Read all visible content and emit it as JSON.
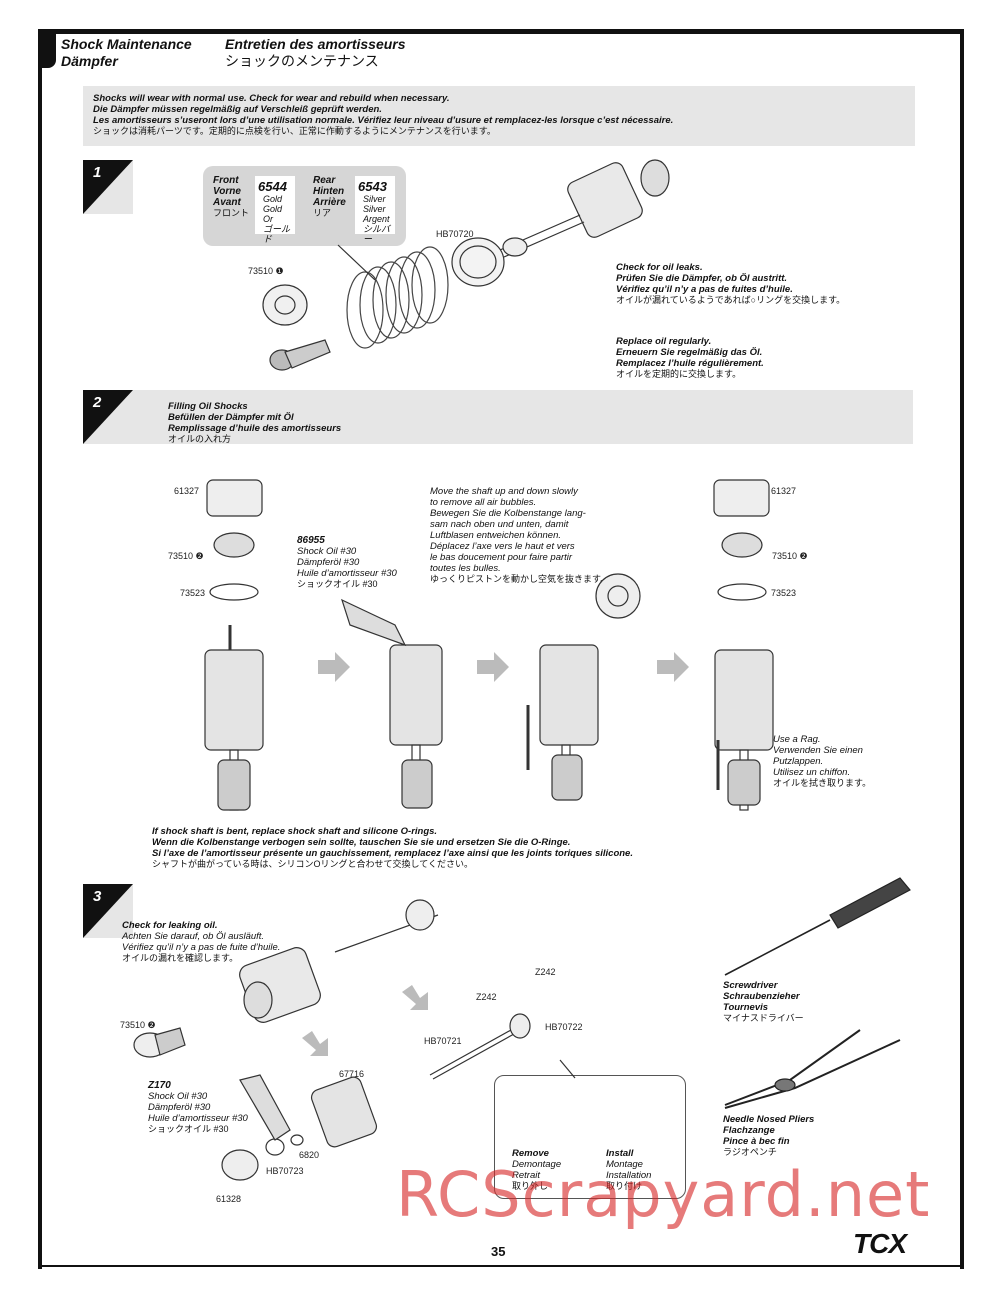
{
  "title": {
    "en": "Shock Maintenance",
    "fr": "Entretien des amortisseurs",
    "de": "Dämpfer",
    "ja": "ショックのメンテナンス"
  },
  "intro": [
    "Shocks will wear with normal use. Check for wear and rebuild when necessary.",
    "Die Dämpfer müssen regelmäßig auf Verschleiß geprüft werden.",
    "Les amortisseurs s’useront lors d’une utilisation normale. Vérifiez leur niveau d’usure et remplacez-les lorsque c’est nécessaire.",
    "ショックは消耗パーツです。定期的に点検を行い、正常に作動するようにメンテナンスを行います。"
  ],
  "step1": {
    "number": "1",
    "front": {
      "lines": [
        "Front",
        "Vorne",
        "Avant",
        "フロント"
      ],
      "part": "6544",
      "color": [
        "Gold",
        "Gold",
        "Or",
        "ゴールド"
      ]
    },
    "rear": {
      "lines": [
        "Rear",
        "Hinten",
        "Arrière",
        "リア"
      ],
      "part": "6543",
      "color": [
        "Silver",
        "Silver",
        "Argent",
        "シルバー"
      ]
    },
    "part_hb70720": "HB70720",
    "part_73510": "73510 ❶",
    "leak_note": [
      "Check for oil leaks.",
      "Prüfen Sie die Dämpfer, ob Öl austritt.",
      "Vérifiez qu’il n’y a pas de fuites d’huile.",
      "オイルが漏れているようであれば○リングを交換します。"
    ],
    "oil_note": [
      "Replace oil regularly.",
      "Erneuern Sie regelmäßig das Öl.",
      "Remplacez l’huile régulièrement.",
      "オイルを定期的に交換します。"
    ]
  },
  "step2": {
    "number": "2",
    "heading": [
      "Filling Oil Shocks",
      "Befüllen der Dämpfer mit Öl",
      "Remplissage d’huile des amortisseurs",
      "オイルの入れ方"
    ],
    "part_61327_left": "61327",
    "part_73510_left": "73510 ❷",
    "part_73523_left": "73523",
    "oil": [
      "86955",
      "Shock Oil #30",
      "Dämpferöl #30",
      "Huile d’amortisseur #30",
      "ショックオイル #30"
    ],
    "move_note": [
      "Move the shaft up and down slowly",
      "to remove all air bubbles.",
      "Bewegen Sie die Kolbenstange lang-",
      "sam nach oben und unten, damit",
      "Luftblasen entweichen können.",
      "Déplacez l’axe vers le haut et vers",
      "le bas doucement pour faire partir",
      "toutes les bulles.",
      "ゆっくりピストンを動かし空気を抜きます。"
    ],
    "part_61327_right": "61327",
    "part_73510_right": "73510 ❷",
    "part_73523_right": "73523",
    "rag_note": [
      "Use a Rag.",
      "Verwenden Sie einen",
      "Putzlappen.",
      "Utilisez un chiffon.",
      "オイルを拭き取ります。"
    ],
    "bent_note": [
      "If shock shaft is bent, replace shock shaft and silicone O-rings.",
      "Wenn die Kolbenstange verbogen sein sollte, tauschen Sie sie und ersetzen Sie die O-Ringe.",
      "Si l’axe de l’amortisseur présente un gauchissement, remplacez l’axe ainsi que les joints toriques silicone.",
      "シャフトが曲がっている時は、シリコンOリングと合わせて交換してください。"
    ]
  },
  "step3": {
    "number": "3",
    "leak_note": [
      "Check for leaking oil.",
      "Achten Sie darauf, ob Öl ausläuft.",
      "Vérifiez qu’il n’y a pas de fuite d’huile.",
      "オイルの漏れを確認します。"
    ],
    "part_73510": "73510 ❷",
    "oil": [
      "Z170",
      "Shock Oil #30",
      "Dämpferöl #30",
      "Huile d’amortisseur #30",
      "ショックオイル #30"
    ],
    "part_67716": "67716",
    "part_6820": "6820",
    "part_hb70723": "HB70723",
    "part_61328": "61328",
    "part_z242_top": "Z242",
    "part_z242_left": "Z242",
    "part_hb70722": "HB70722",
    "part_hb70721": "HB70721",
    "remove": [
      "Remove",
      "Demontage",
      "Retrait",
      "取り外し"
    ],
    "install": [
      "Install",
      "Montage",
      "Installation",
      "取り付け"
    ],
    "screwdriver": [
      "Screwdriver",
      "Schraubenzieher",
      "Tournevis",
      "マイナスドライバー"
    ],
    "pliers": [
      "Needle Nosed Pliers",
      "Flachzange",
      "Pince à bec fin",
      "ラジオペンチ"
    ]
  },
  "page_number": "35",
  "brand_logo": "TCX",
  "watermark": "RCScrapyard.net"
}
